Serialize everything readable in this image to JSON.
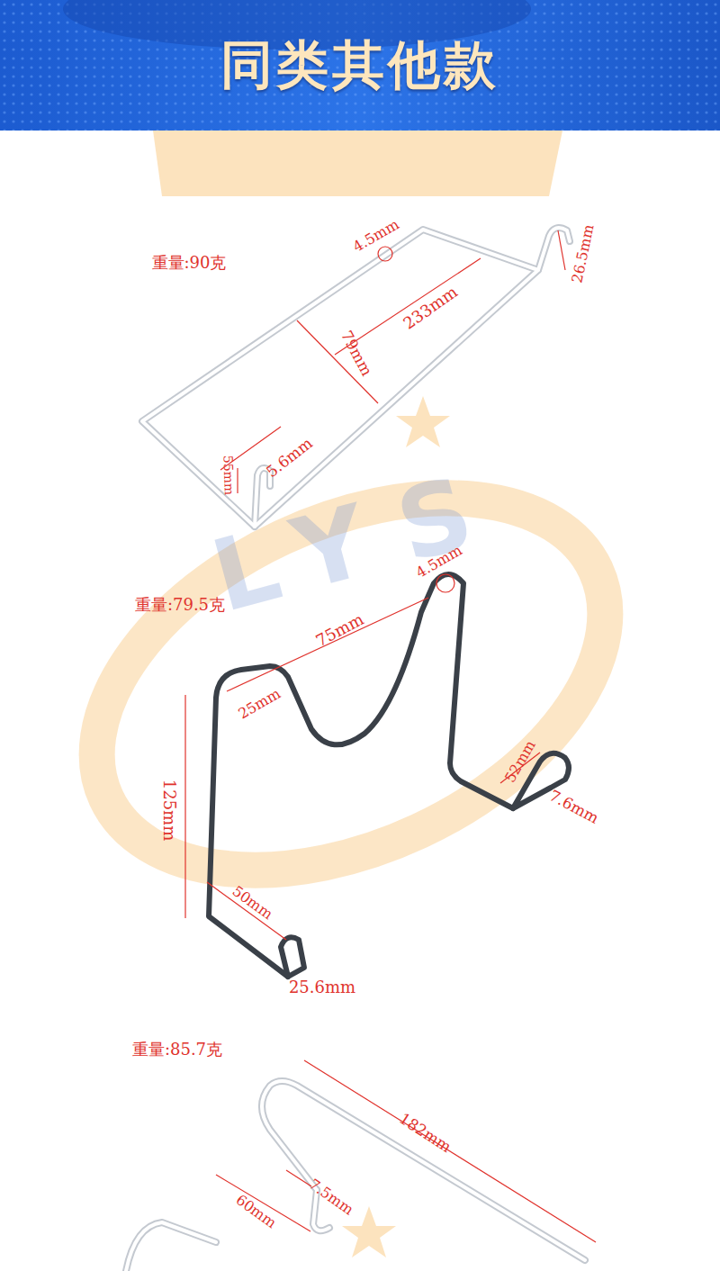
{
  "diagram": {
    "title": "同类其他款",
    "labels": [
      "重量:90克",
      "4.5mm",
      "26.5mm",
      "233mm",
      "79mm",
      "55mm",
      "5.6mm",
      "重量:79.5克",
      "4.5mm",
      "75mm",
      "25mm",
      "52mm",
      "7.6mm",
      "125mm",
      "50mm",
      "25.6mm",
      "重量:85.7克",
      "182mm",
      "7.5mm",
      "60mm",
      "LYS"
    ]
  }
}
